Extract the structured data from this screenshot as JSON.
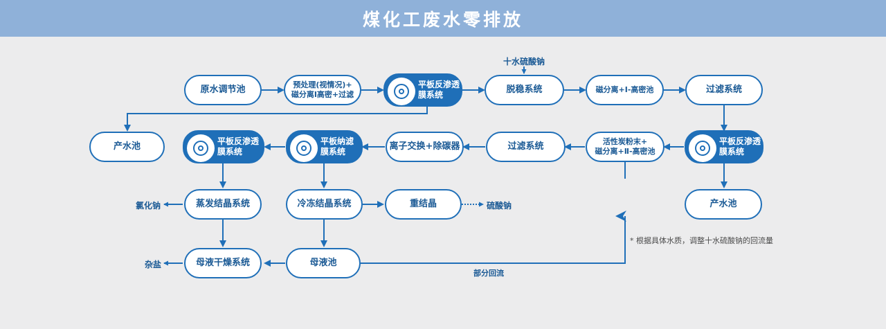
{
  "title": "煤化工废水零排放",
  "nodes": {
    "raw_pool": "原水调节池",
    "pretreat": "预处理(视情况)+\n磁分离Ⅰ高密+过滤",
    "ro1": "平板反渗透\n膜系统",
    "desilicate": "脱稳系统",
    "mag_sep1": "磁分离+Ⅰ-高密池",
    "filter1": "过滤系统",
    "product1": "产水池",
    "ro2": "平板反渗透\n膜系统",
    "nf": "平板纳滤\n膜系统",
    "ion_exchange": "离子交换+除碳器",
    "filter2": "过滤系统",
    "activated": "活性炭粉末+\n磁分离+Ⅱ-高密池",
    "ro3": "平板反渗透\n膜系统",
    "evap": "蒸发结晶系统",
    "freeze": "冷冻结晶系统",
    "recryst": "重结晶",
    "product2": "产水池",
    "mother": "母液池",
    "dryer": "母液干燥系统"
  },
  "labels": {
    "sodium_sulfate_in": "十水硫酸钠",
    "sodium_chloride": "氯化钠",
    "sodium_sulfate_out": "硫酸钠",
    "mixed_salt": "杂盐",
    "partial_return": "部分回流",
    "note": "* 根据具体水质，调整十水硫酸钠的回流量"
  },
  "colors": {
    "header": "#8fb1d9",
    "stroke": "#1f6fb8",
    "text": "#1b5a95"
  }
}
